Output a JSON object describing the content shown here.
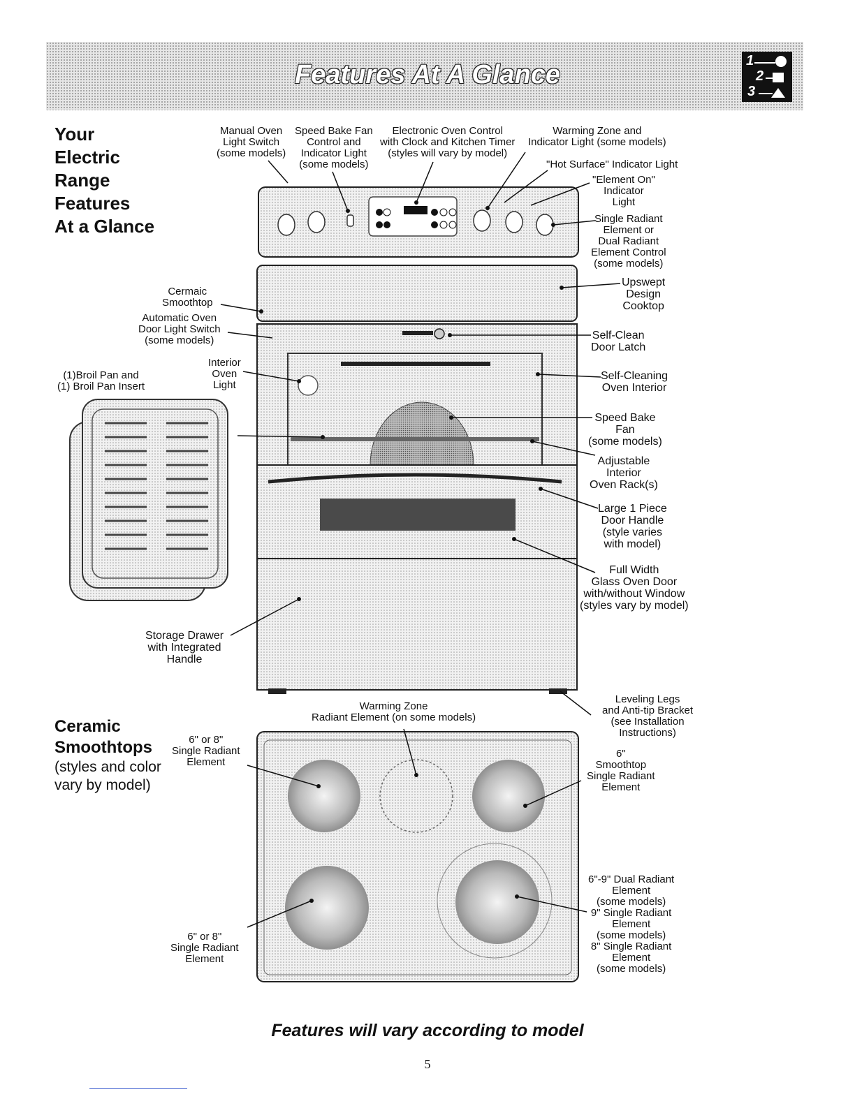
{
  "page": {
    "title": "Features At A Glance",
    "footer": "Features will vary according to model",
    "page_number": "5",
    "step_icon_digits": [
      "1",
      "2",
      "3"
    ]
  },
  "section_range": {
    "heading": "Your\nElectric\nRange\nFeatures\nAt a Glance"
  },
  "section_smoothtop": {
    "heading": "Ceramic\nSmoothtops",
    "subheading": "(styles and color\nvary by model)"
  },
  "range_labels": {
    "manual_oven_light_switch": "Manual Oven\nLight Switch\n(some models)",
    "speed_bake_fan_control": "Speed Bake Fan\nControl and\nIndicator Light\n(some models)",
    "electronic_oven_control": "Electronic Oven Control\nwith Clock and Kitchen Timer\n(styles will vary by model)",
    "warming_zone_indicator": "Warming Zone and\nIndicator Light (some models)",
    "hot_surface_indicator": "\"Hot Surface\" Indicator Light",
    "element_on_indicator": "\"Element On\"\nIndicator\nLight",
    "element_control": "Single Radiant\nElement or\nDual Radiant\nElement Control\n(some models)",
    "upswept_cooktop": "Upswept\nDesign\nCooktop",
    "ceramic_smoothtop": "Cermaic\nSmoothtop",
    "automatic_door_light_switch": "Automatic Oven\nDoor Light Switch\n(some models)",
    "self_clean_latch": "Self-Clean\nDoor Latch",
    "interior_oven_light": "Interior\nOven\nLight",
    "broil_pan": "(1)Broil Pan and\n(1) Broil Pan Insert",
    "self_cleaning_interior": "Self-Cleaning\nOven Interior",
    "speed_bake_fan": "Speed Bake\nFan\n(some models)",
    "oven_racks": "Adjustable\nInterior\nOven Rack(s)",
    "door_handle": "Large 1 Piece\nDoor Handle\n(style varies\nwith model)",
    "glass_oven_door": "Full Width\nGlass Oven Door\nwith/without Window\n(styles vary by model)",
    "storage_drawer": "Storage Drawer\nwith Integrated\nHandle",
    "leveling_legs": "Leveling Legs\nand Anti-tip Bracket\n(see Installation\nInstructions)"
  },
  "smoothtop_labels": {
    "warming_zone_element": "Warming Zone\nRadiant Element (on some models)",
    "left_top_element": "6\" or 8\"\nSingle Radiant\nElement",
    "right_top_element": "6\"\nSmoothtop\nSingle Radiant\nElement",
    "left_bottom_element": "6\" or 8\"\nSingle Radiant\nElement",
    "right_bottom_element": "6\"-9\" Dual Radiant\nElement\n(some models)\n9\" Single Radiant\nElement\n(some models)\n8\" Single Radiant\nElement\n(some models)"
  }
}
